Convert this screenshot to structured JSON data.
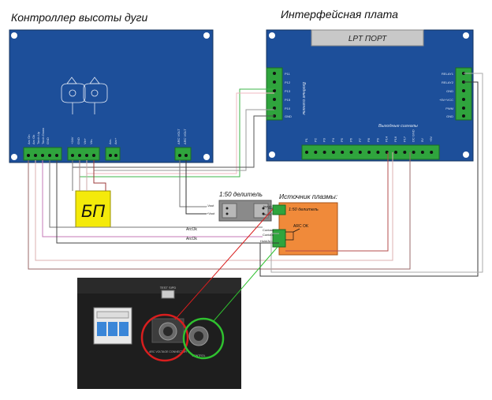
{
  "titles": {
    "controller": "Контроллер высоты дуги",
    "interface": "Интерфейсная плата"
  },
  "interface_board": {
    "lpt_label": "LPT ПОРТ",
    "inputs_label": "Входные сигналы",
    "outputs_label": "Выходные сигналы",
    "input_pins": [
      "P11",
      "P12",
      "P13",
      "P15",
      "P10",
      "GND"
    ],
    "relay_pins": [
      "RELAY1",
      "RELAY2",
      "GND",
      "+5V+VCC",
      "PWM",
      "GND"
    ],
    "output_pins": [
      "P1",
      "P2",
      "P3",
      "P4",
      "P5",
      "P6",
      "P7",
      "P8",
      "P9",
      "P14",
      "P16",
      "P17",
      "DC GND",
      "5V",
      "+5V"
    ]
  },
  "controller_board": {
    "left_pins": [
      "Arc On",
      "Arc Ok",
      "Torch Up",
      "Torch Down",
      "GND"
    ],
    "mid_pins": [
      "+24V",
      "GND",
      "Vin+",
      "Vin-"
    ],
    "right_pins": [
      "Arc-",
      "Arc+"
    ],
    "bottom_pins": [
      "ARC VOLT",
      "ARC VOLT"
    ]
  },
  "psu": {
    "label": "БП"
  },
  "divider": {
    "label": "1:50 делитель",
    "pins_left": [
      "-Vout",
      "+Vout"
    ],
    "pins_right": [
      "Input+",
      "Input-"
    ]
  },
  "plasma": {
    "title": "Источник плазмы:",
    "divider_label": "1:50 делитель",
    "arc_ok_label": "ARC OK",
    "pins": [
      "Contact",
      "Contact",
      "Hold/Arc"
    ]
  },
  "wire_labels": {
    "arcok1": "ArcOk",
    "arcok2": "ArcOk"
  },
  "photo": {
    "test_label": "TEST SIPD",
    "left_connector_label": "ARC VOLTAGE CONNECTOR",
    "right_connector_label": "CONTROL"
  },
  "colors": {
    "board": "#1d4f9a",
    "terminal": "#2fa43d",
    "psu": "#f4ea0a",
    "plasma": "#f08a3a",
    "lpt": "#c8c8c8",
    "photo_bg": "#1e1e1e",
    "red_circle": "#d81e1e",
    "green_circle": "#2fc12f"
  }
}
